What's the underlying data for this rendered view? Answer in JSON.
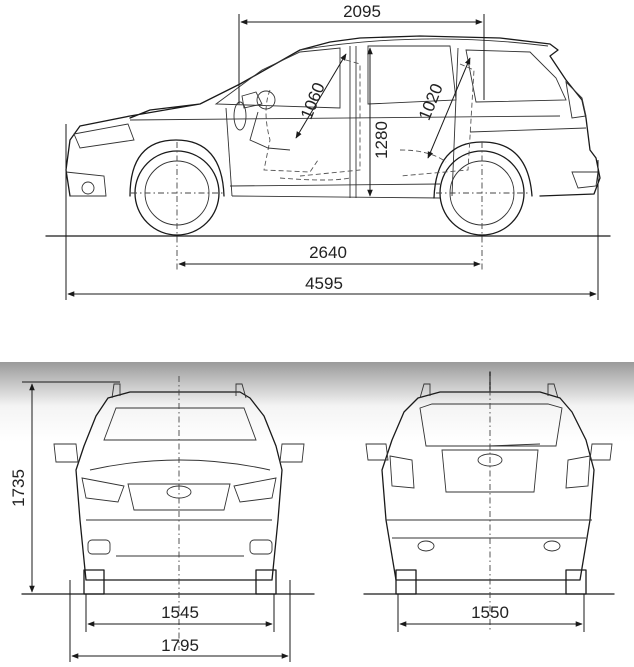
{
  "side_view": {
    "overall_length": "4595",
    "wheelbase": "2640",
    "headroom_span": "2095",
    "front_headroom": "1060",
    "rear_headroom": "1020",
    "interior_height": "1280"
  },
  "front_view": {
    "overall_height": "1735",
    "front_track": "1545",
    "overall_width": "1795"
  },
  "rear_view": {
    "rear_track": "1550"
  }
}
